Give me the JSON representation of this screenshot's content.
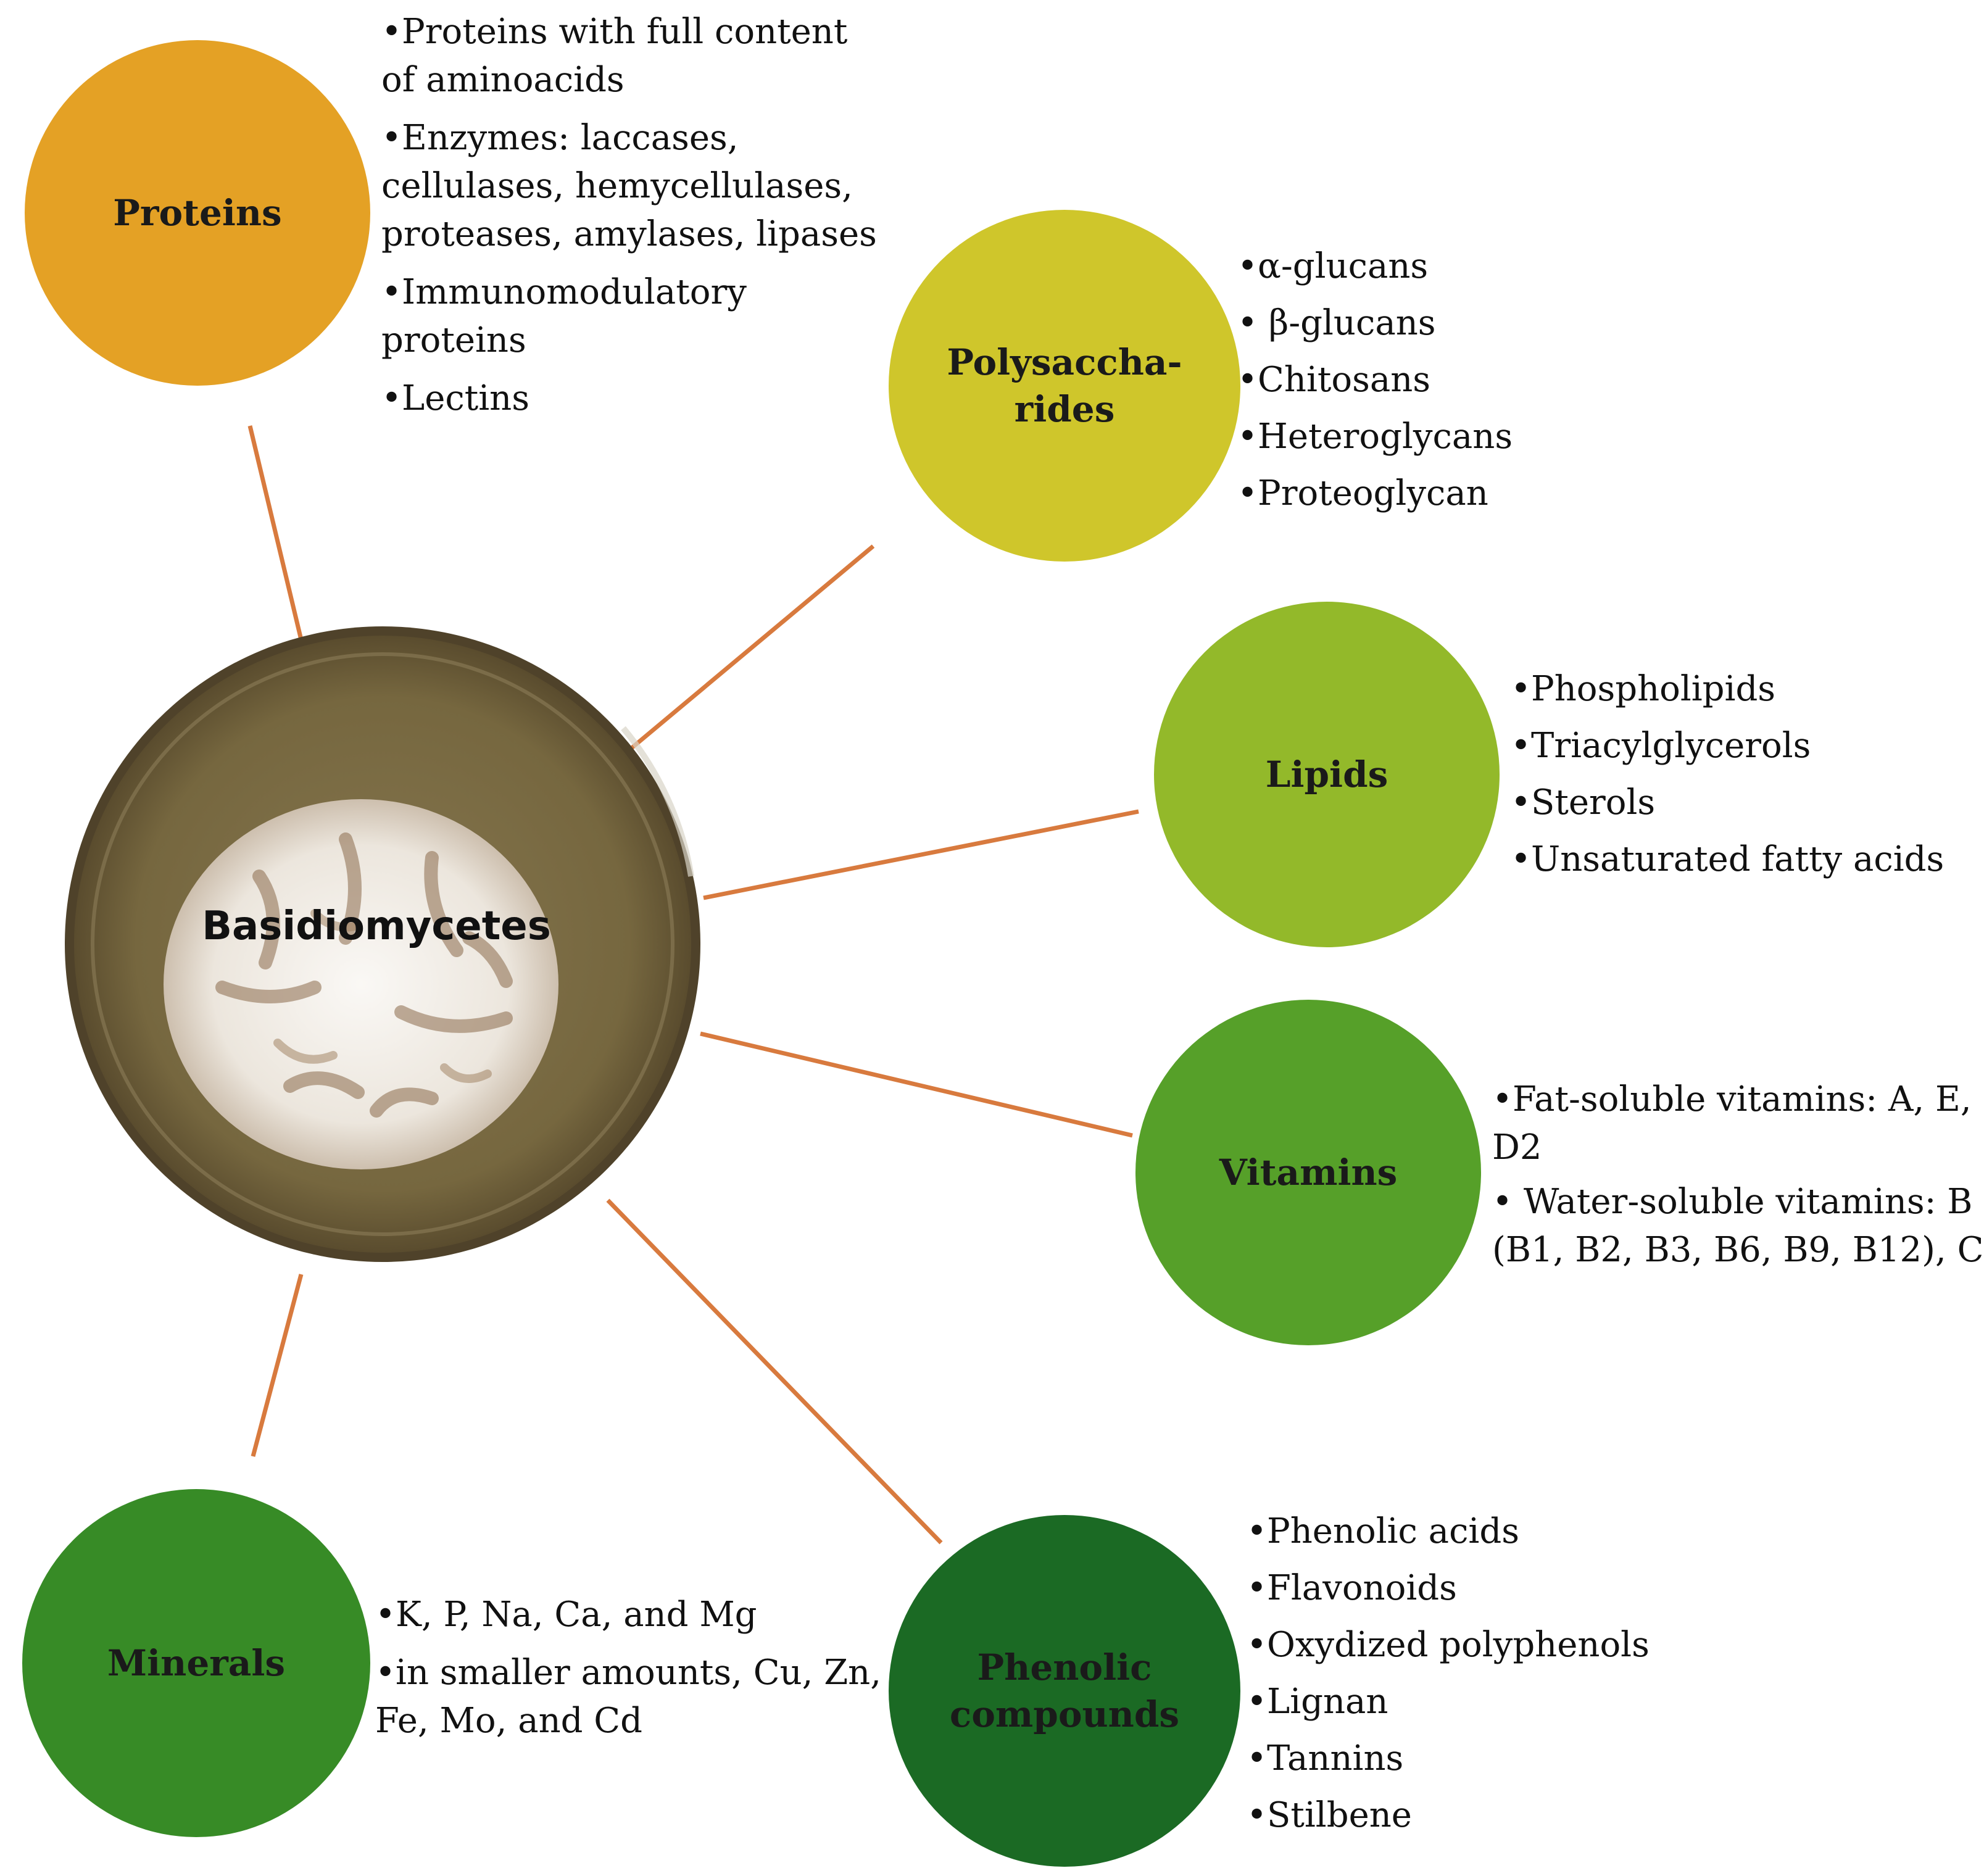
{
  "center": {
    "label": "Basidiomycetes"
  },
  "colors": {
    "connector": "#d87a3e",
    "proteins": "#e4a125",
    "polysaccharides": "#cfc62b",
    "lipids": "#93b92a",
    "vitamins": "#56a029",
    "minerals": "#378b26",
    "phenolic": "#1b6a24",
    "dish_outer": "#6b5c3c",
    "dish_inner": "#7b6b49",
    "mycelium": "#f3efea"
  },
  "nodes": [
    {
      "key": "proteins",
      "label_lines": [
        "Proteins"
      ],
      "items": [
        [
          "•Proteins with full    content",
          " of aminoacids"
        ],
        [
          "•Enzymes: laccases,",
          " cellulases,    hemycellulases,",
          " proteases, amylases, lipases"
        ],
        [
          "•Immunomodulatory",
          " proteins"
        ],
        [
          "•Lectins"
        ]
      ]
    },
    {
      "key": "polysaccharides",
      "label_lines": [
        "Polysaccha-",
        "rides"
      ],
      "items": [
        [
          "•α-glucans"
        ],
        [
          "• β-glucans"
        ],
        [
          "•Chitosans"
        ],
        [
          "•Heteroglycans"
        ],
        [
          "•Proteoglycan"
        ]
      ]
    },
    {
      "key": "lipids",
      "label_lines": [
        "Lipids"
      ],
      "items": [
        [
          "•Phospholipids"
        ],
        [
          "•Triacylglycerols"
        ],
        [
          "•Sterols"
        ],
        [
          "•Unsaturated fatty acids"
        ]
      ]
    },
    {
      "key": "vitamins",
      "label_lines": [
        "Vitamins"
      ],
      "items": [
        [
          "•Fat-soluble vitamins: A, E,",
          "D2"
        ],
        [
          "• Water-soluble vitamins: B",
          "(B1, B2, B3, B6, B9, B12), C"
        ]
      ]
    },
    {
      "key": "minerals",
      "label_lines": [
        "Minerals"
      ],
      "items": [
        [
          "•K, P, Na, Ca, and Mg"
        ],
        [
          "•in smaller amounts, Cu, Zn,",
          " Fe, Mo, and Cd"
        ]
      ]
    },
    {
      "key": "phenolic",
      "label_lines": [
        "Phenolic",
        "compounds"
      ],
      "items": [
        [
          "•Phenolic acids"
        ],
        [
          "•Flavonoids"
        ],
        [
          "•Oxydized polyphenols"
        ],
        [
          "•Lignan"
        ],
        [
          "•Tannins"
        ],
        [
          "•Stilbene"
        ]
      ]
    }
  ]
}
